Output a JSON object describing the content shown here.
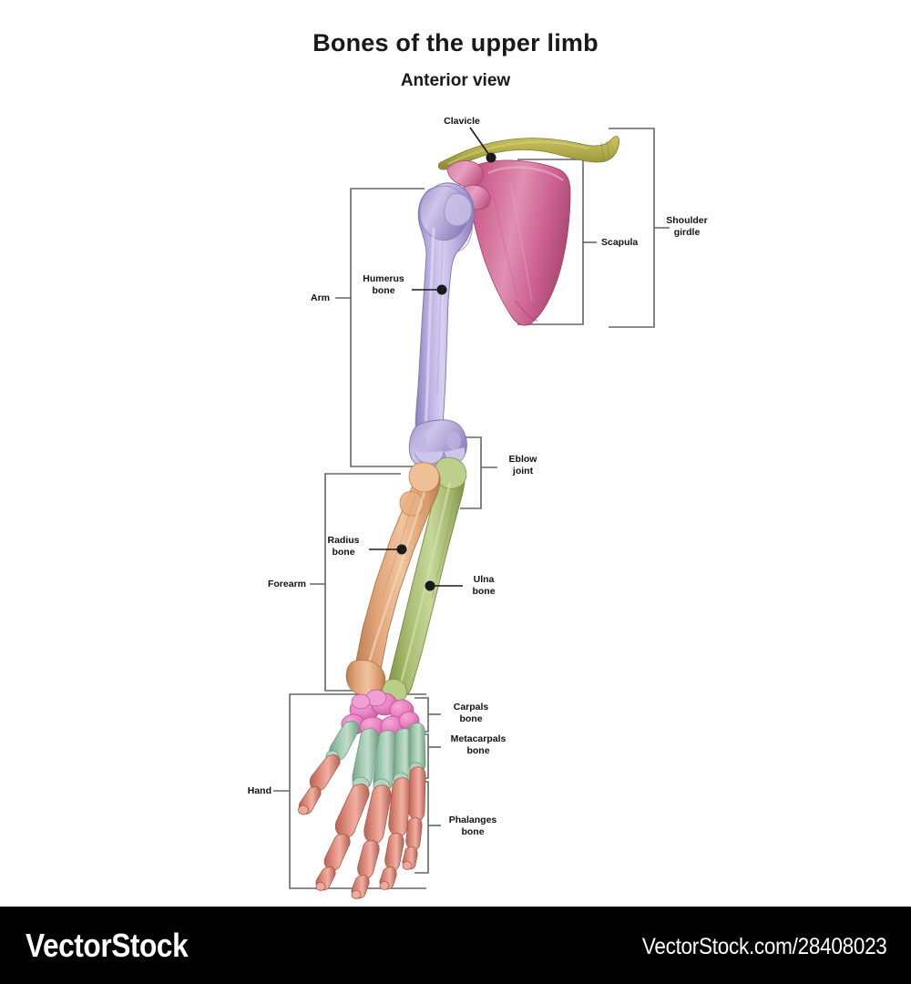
{
  "header": {
    "title": "Bones of the upper limb",
    "subtitle": "Anterior view"
  },
  "labels": {
    "clavicle": "Clavicle",
    "scapula": "Scapula",
    "shoulder_girdle": "Shoulder\ngirdle",
    "arm": "Arm",
    "humerus": "Humerus\nbone",
    "elbow_joint": "Eblow\njoint",
    "forearm": "Forearm",
    "radius": "Radius\nbone",
    "ulna": "Ulna\nbone",
    "carpals": "Carpals\nbone",
    "metacarpals": "Metacarpals\nbone",
    "phalanges": "Phalanges\nbone",
    "hand": "Hand"
  },
  "colors": {
    "clavicle": "#b3ad4a",
    "clavicle_dark": "#8e883a",
    "scapula": "#cc5f8d",
    "scapula_light": "#e493b4",
    "scapula_dark": "#a8436c",
    "humerus": "#b3a8dc",
    "humerus_light": "#d4cdee",
    "humerus_dark": "#8d80bd",
    "radius": "#e0a478",
    "radius_dark": "#bd7f52",
    "ulna": "#a8bb70",
    "ulna_dark": "#829547",
    "carpals": "#e87fc0",
    "carpals_dark": "#c75a9f",
    "metacarpals": "#9ec7ad",
    "metacarpals_dark": "#74a287",
    "phalanges": "#dd8878",
    "phalanges_dark": "#b66456",
    "leader": "#1a1a1a",
    "bracket": "#666666",
    "background": "#ffffff",
    "footer_bg": "#000000",
    "footer_text": "#ffffff"
  },
  "footer": {
    "brand": "VectorStock",
    "url": "VectorStock.com/28408023"
  }
}
